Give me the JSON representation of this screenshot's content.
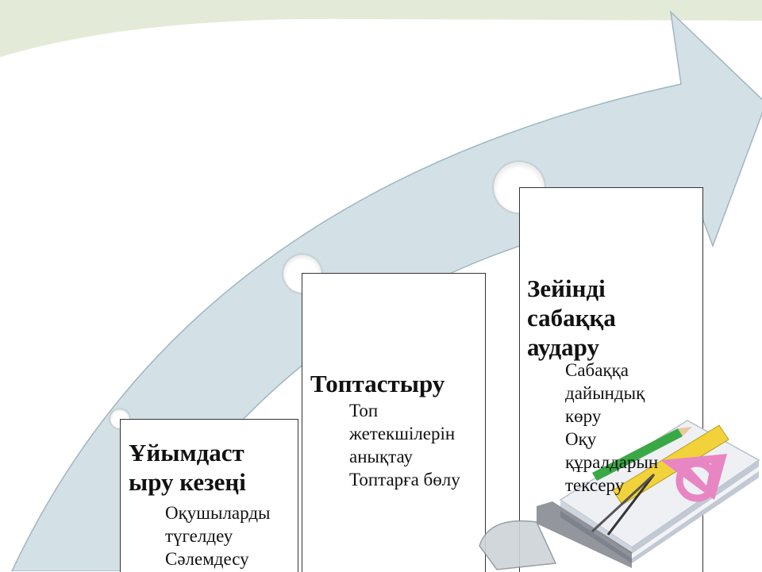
{
  "colors": {
    "background_green": "#e3ead7",
    "arrow_fill": "#d3e0e6",
    "arrow_stroke": "#9fb6c2",
    "box_border": "#333333",
    "text": "#111111"
  },
  "steps": [
    {
      "title_lines": [
        "Ұйымдаст",
        "ыру кезеңі"
      ],
      "items": [
        "Оқушыларды",
        "түгелдеу",
        "Сәлемдесу"
      ]
    },
    {
      "title_lines": [
        "Топтастыру"
      ],
      "items": [
        "Топ",
        "жетекшілерін",
        "анықтау",
        "Топтарға бөлу"
      ]
    },
    {
      "title_lines": [
        "Зейінді",
        "сабаққа",
        "аудару"
      ],
      "items": [
        "Сабаққа",
        "дайындық",
        "көру",
        "Оқу",
        "құралдарын",
        "тексеру"
      ]
    }
  ],
  "illustration": {
    "icons": [
      "book-icon",
      "pencil-icon",
      "ruler-icon",
      "protractor-icon",
      "compass-icon"
    ]
  }
}
